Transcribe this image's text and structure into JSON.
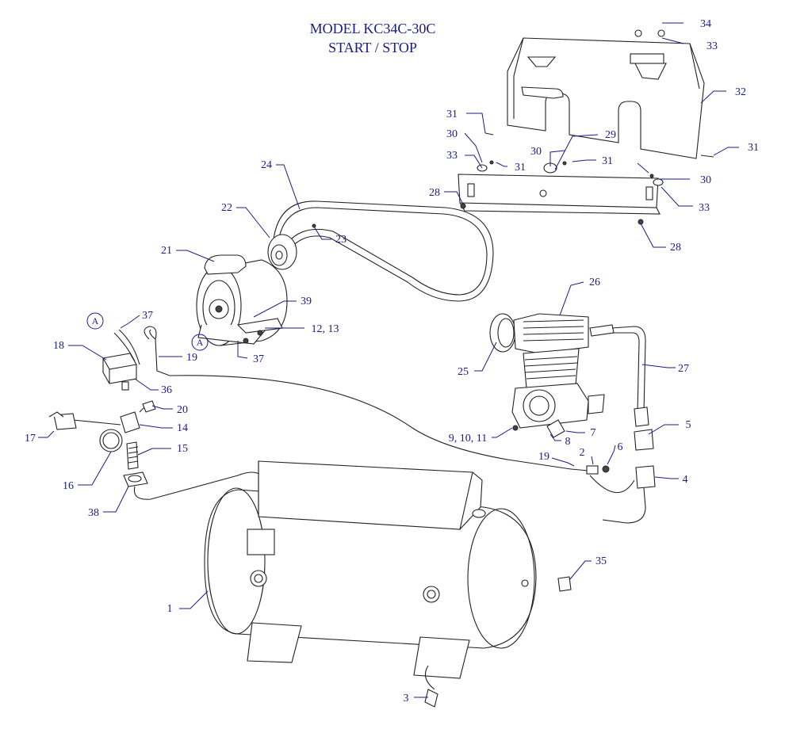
{
  "title": {
    "model": "MODEL KC34C-30C",
    "subtitle": "START /  STOP"
  },
  "reference_marks": [
    "A",
    "A"
  ],
  "callouts": [
    {
      "id": "c34",
      "label": "34"
    },
    {
      "id": "c33a",
      "label": "33"
    },
    {
      "id": "c32",
      "label": "32"
    },
    {
      "id": "c31a",
      "label": "31"
    },
    {
      "id": "c31b",
      "label": "31"
    },
    {
      "id": "c31c",
      "label": "31"
    },
    {
      "id": "c31d",
      "label": "31"
    },
    {
      "id": "c30a",
      "label": "30"
    },
    {
      "id": "c30b",
      "label": "30"
    },
    {
      "id": "c30c",
      "label": "30"
    },
    {
      "id": "c29",
      "label": "29"
    },
    {
      "id": "c33b",
      "label": "33"
    },
    {
      "id": "c33c",
      "label": "33"
    },
    {
      "id": "c28a",
      "label": "28"
    },
    {
      "id": "c28b",
      "label": "28"
    },
    {
      "id": "c24",
      "label": "24"
    },
    {
      "id": "c22",
      "label": "22"
    },
    {
      "id": "c23",
      "label": "23"
    },
    {
      "id": "c21",
      "label": "21"
    },
    {
      "id": "c39",
      "label": "39"
    },
    {
      "id": "c1213",
      "label": "12, 13"
    },
    {
      "id": "c37a",
      "label": "37"
    },
    {
      "id": "c37b",
      "label": "37"
    },
    {
      "id": "c18",
      "label": "18"
    },
    {
      "id": "c19a",
      "label": "19"
    },
    {
      "id": "c36",
      "label": "36"
    },
    {
      "id": "c20",
      "label": "20"
    },
    {
      "id": "c17",
      "label": "17"
    },
    {
      "id": "c14",
      "label": "14"
    },
    {
      "id": "c15",
      "label": "15"
    },
    {
      "id": "c16",
      "label": "16"
    },
    {
      "id": "c38",
      "label": "38"
    },
    {
      "id": "c26",
      "label": "26"
    },
    {
      "id": "c25",
      "label": "25"
    },
    {
      "id": "c27",
      "label": "27"
    },
    {
      "id": "c91011",
      "label": "9, 10, 11"
    },
    {
      "id": "c8",
      "label": "8"
    },
    {
      "id": "c7",
      "label": "7"
    },
    {
      "id": "c5",
      "label": "5"
    },
    {
      "id": "c19b",
      "label": "19"
    },
    {
      "id": "c2",
      "label": "2"
    },
    {
      "id": "c6",
      "label": "6"
    },
    {
      "id": "c4",
      "label": "4"
    },
    {
      "id": "c35",
      "label": "35"
    },
    {
      "id": "c1",
      "label": "1"
    },
    {
      "id": "c3",
      "label": "3"
    }
  ],
  "colors": {
    "callout": "#1a1a8c",
    "line_art": "#222222"
  }
}
